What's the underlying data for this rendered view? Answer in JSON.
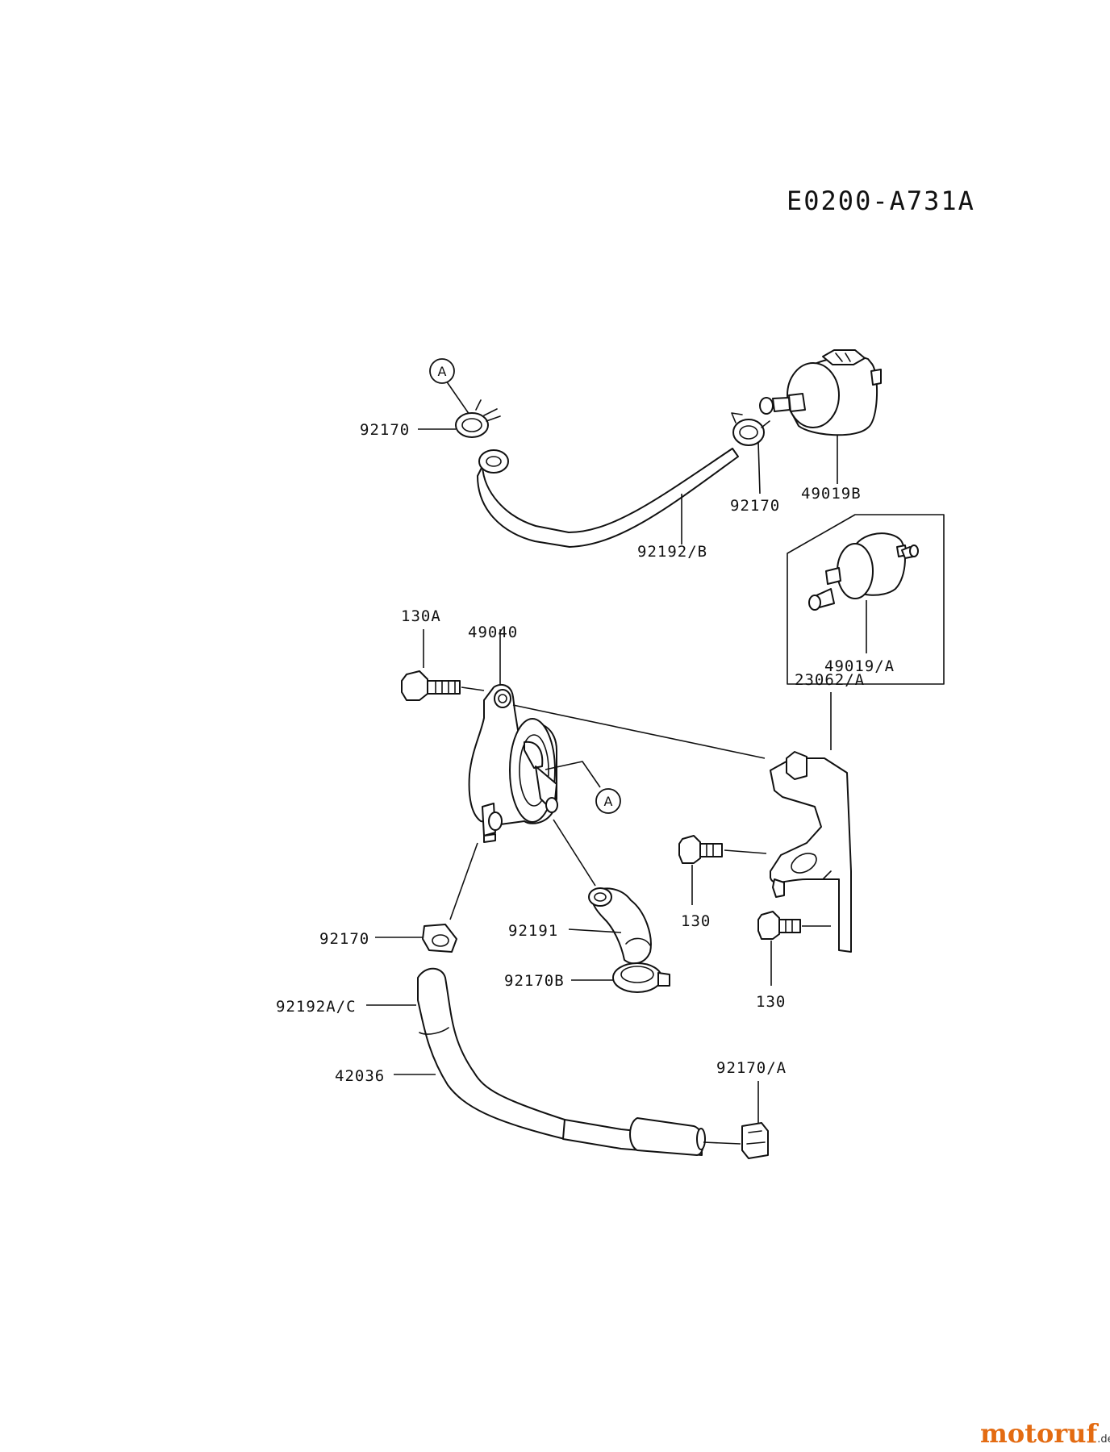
{
  "diagram": {
    "code": "E0200-A731A",
    "ref_marker": "A",
    "parts": {
      "clip_top_left": "92170",
      "clip_top_right": "92170",
      "filter": "49019B",
      "hose_top": "92192/B",
      "filter_alt": "49019/A",
      "bolt_pump": "130A",
      "fuel_pump": "49040",
      "bracket": "23062/A",
      "bolt_upper": "130",
      "bolt_lower": "130",
      "clip_mid": "92170",
      "elbow_hose": "92191",
      "clamp": "92170B",
      "hose_mid": "92192A/C",
      "hose_long": "42036",
      "clip_end": "92170/A"
    }
  },
  "watermark": {
    "brand": "motoruf",
    "suffix": ".de"
  },
  "colors": {
    "line": "#111111",
    "watermark": "#e36b12"
  }
}
